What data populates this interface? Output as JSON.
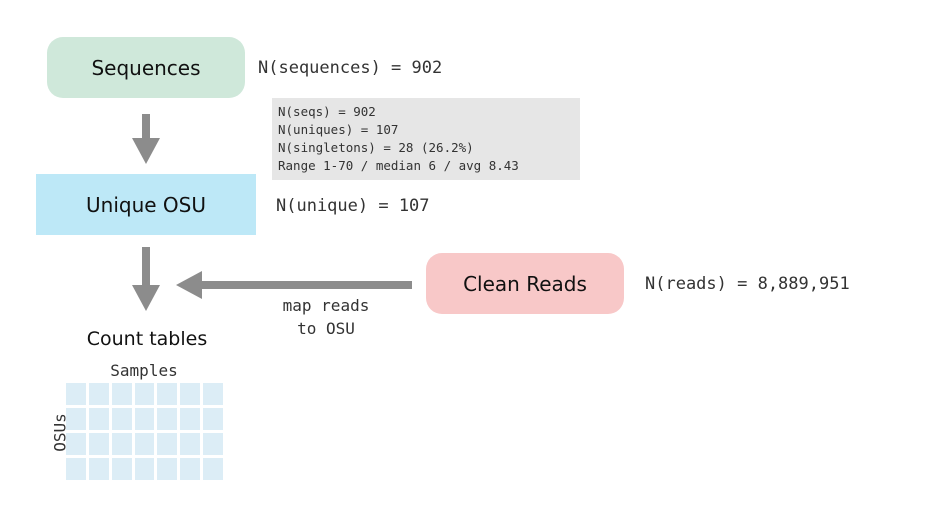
{
  "nodes": {
    "sequences": "Sequences",
    "unique_osu": "Unique OSU",
    "clean_reads": "Clean Reads"
  },
  "labels": {
    "n_sequences": "N(sequences) = 902",
    "n_unique": "N(unique) = 107",
    "n_reads": "N(reads) = 8,889,951"
  },
  "stats_box": [
    "N(seqs) = 902",
    "N(uniques) = 107",
    "N(singletons) = 28 (26.2%)",
    "Range 1-70 / median 6 / avg 8.43"
  ],
  "map_label": [
    "map reads",
    "to OSU"
  ],
  "count_tables": {
    "title": "Count tables",
    "columns_label": "Samples",
    "rows_label": "OSUs"
  },
  "colors": {
    "sequences": "#cfe8da",
    "unique_osu": "#bde8f7",
    "clean_reads": "#f8c8c8",
    "arrow": "#8c8c8c",
    "grid_cell": "#dcedf6"
  }
}
